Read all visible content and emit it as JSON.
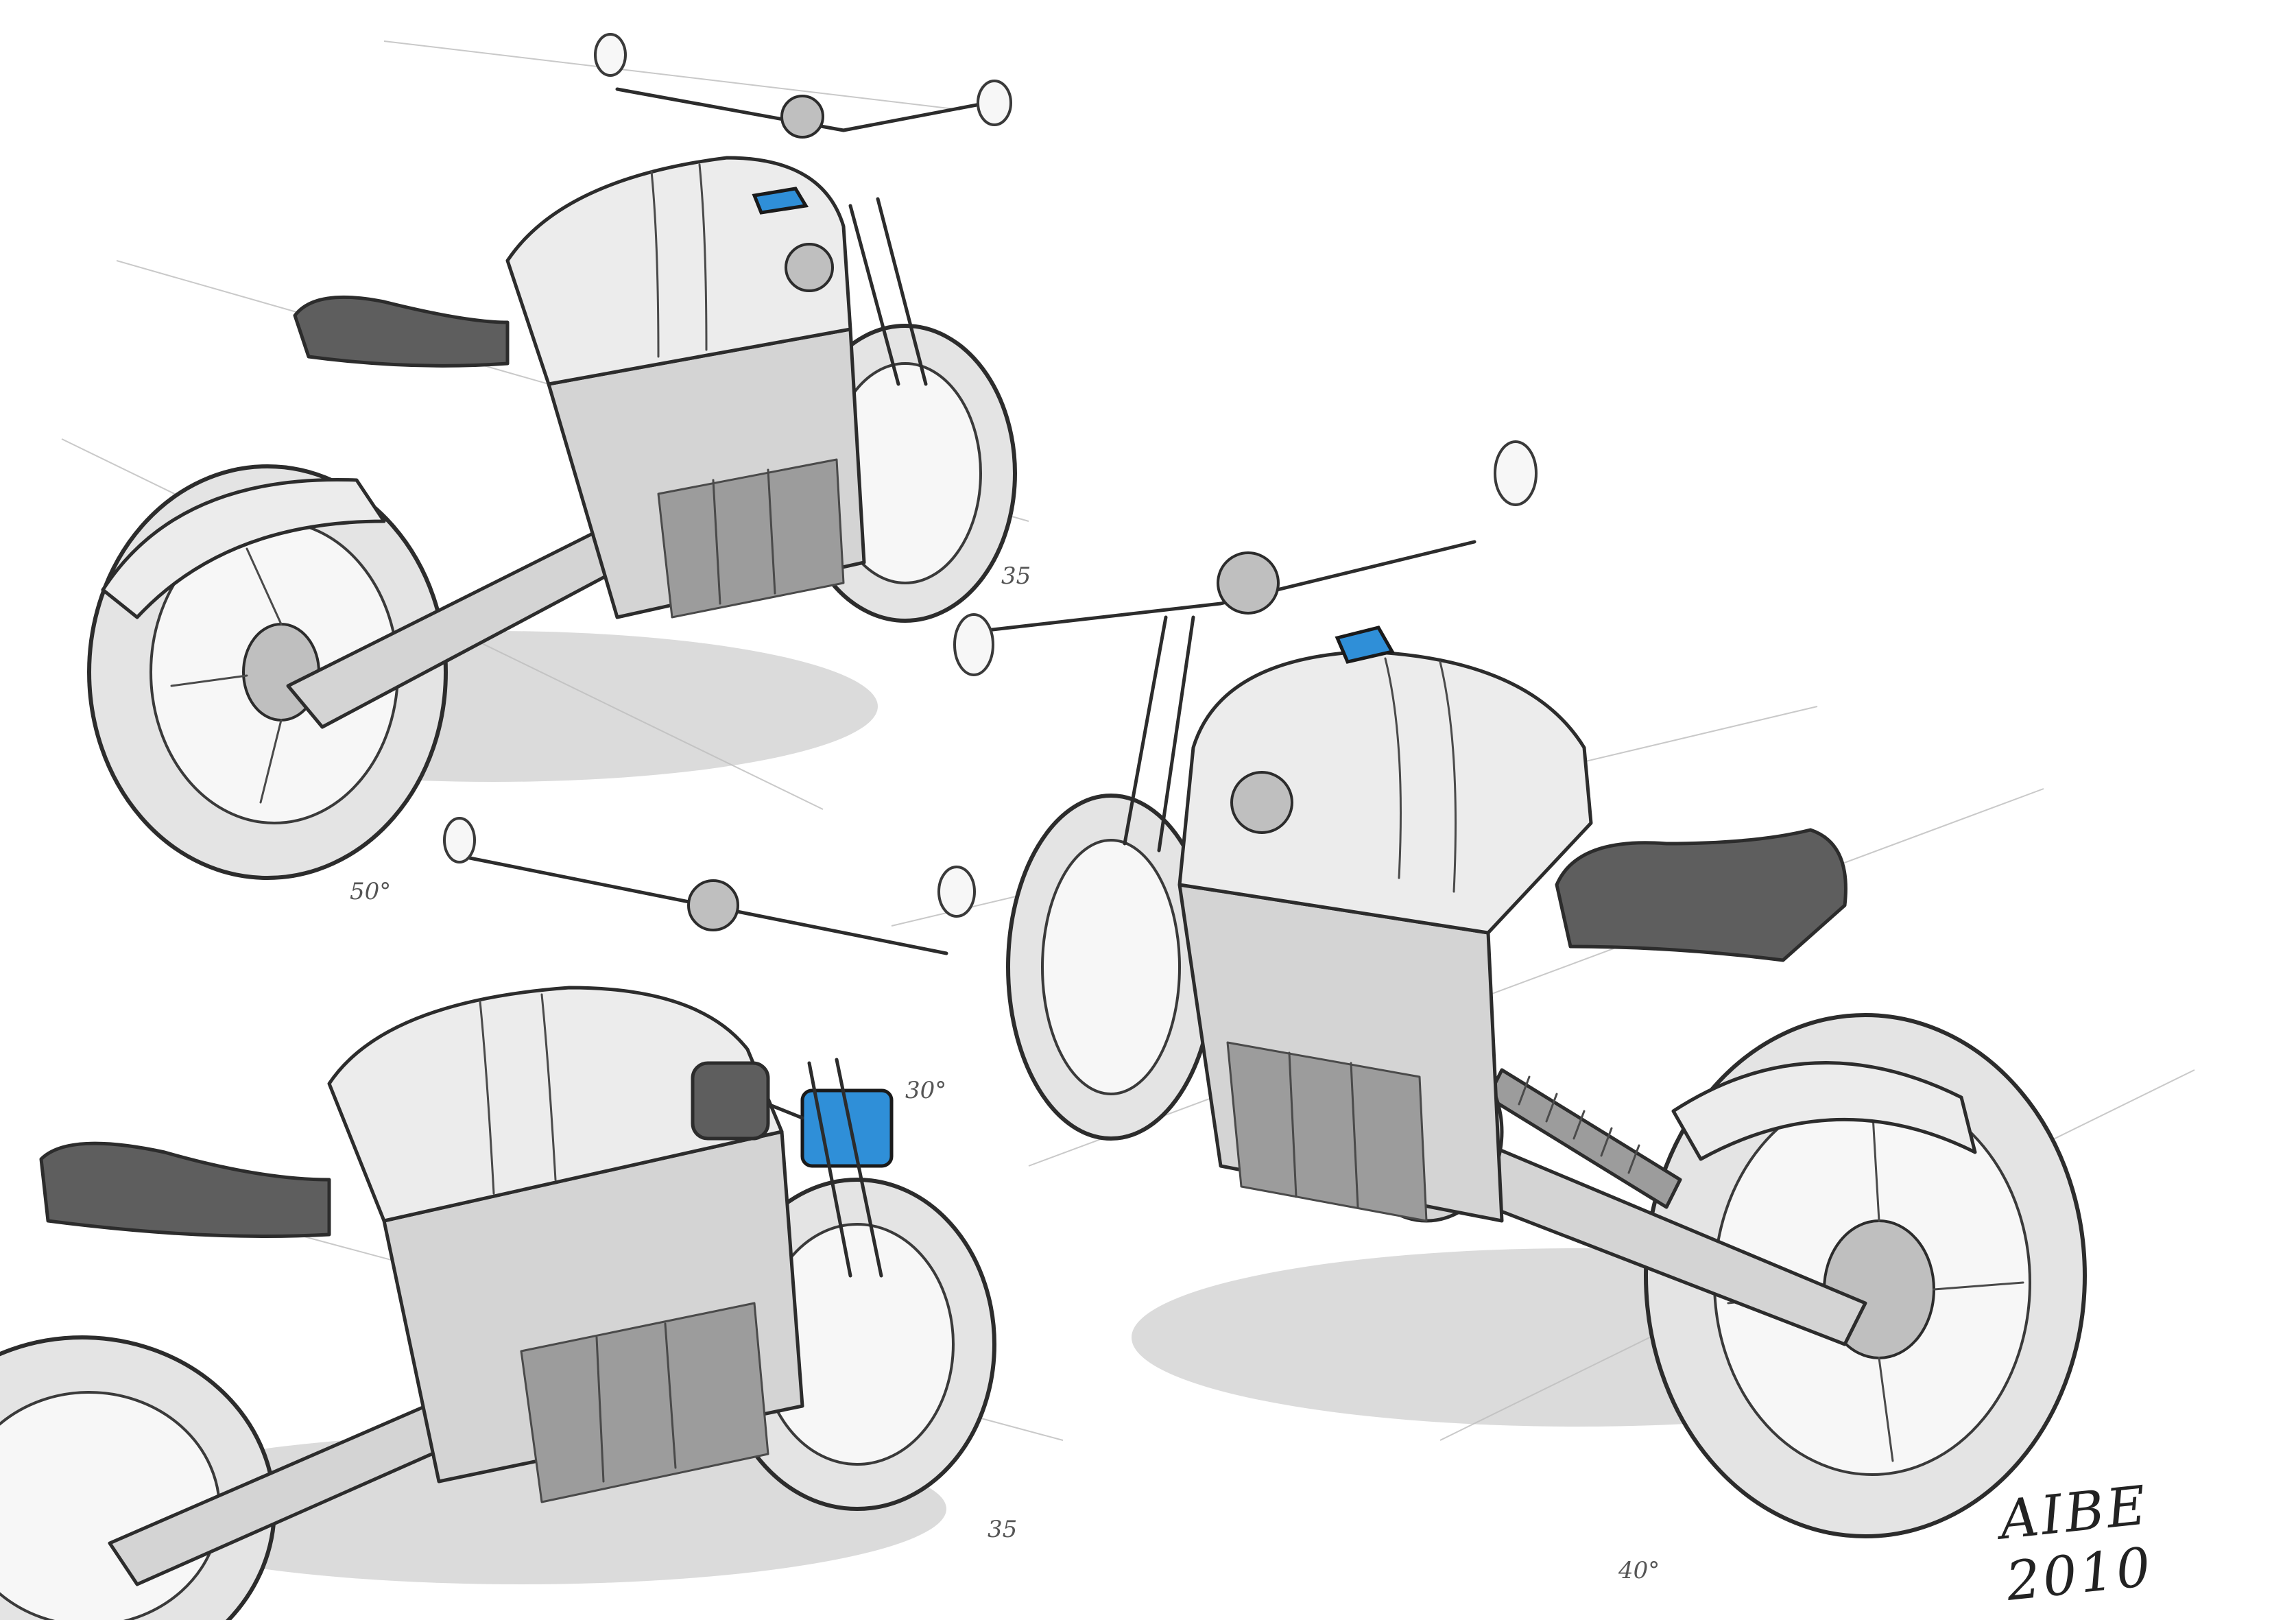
{
  "sketch": {
    "signature": "AIBE 2010",
    "annotations": [
      "35",
      "50°",
      "30°",
      "35",
      "40°"
    ]
  },
  "colors": {
    "paper": "#ffffff",
    "ink": "#2c2c2c",
    "screen_accent": "#2f8fd8"
  }
}
